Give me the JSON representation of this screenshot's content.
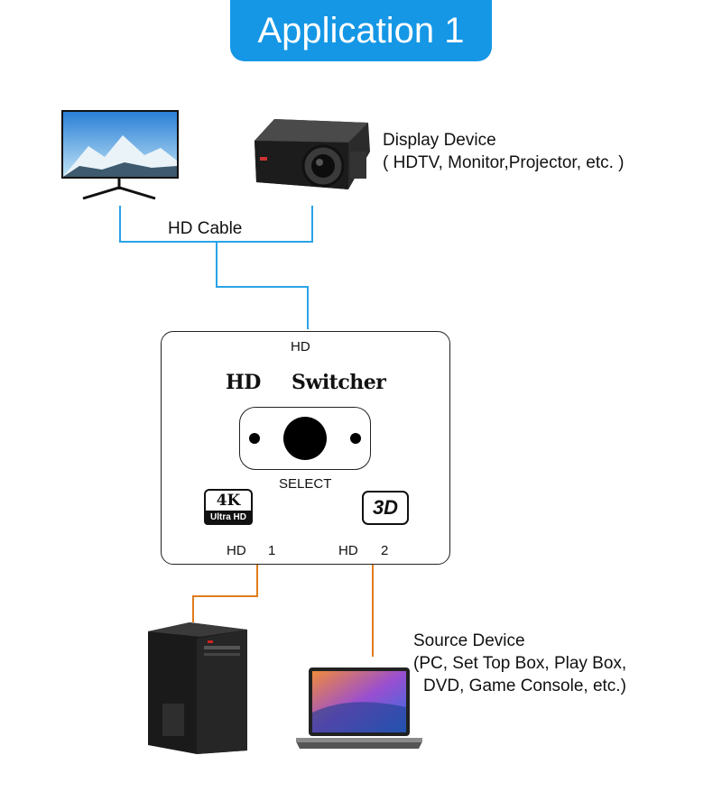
{
  "title": "Application 1",
  "display": {
    "label": "Display Device",
    "sublabel": "( HDTV, Monitor,Projector, etc. )",
    "devices": [
      "monitor",
      "projector"
    ]
  },
  "cable_label": "HD Cable",
  "switcher": {
    "top_port": "HD",
    "brand_left": "HD",
    "brand_right": "Switcher",
    "select_label": "SELECT",
    "badge_4k_top": "4K",
    "badge_4k_bottom": "Ultra HD",
    "badge_3d": "3D",
    "port1_name": "HD",
    "port1_num": "1",
    "port2_name": "HD",
    "port2_num": "2"
  },
  "source": {
    "label": "Source Device",
    "lines": [
      "(PC, Set Top Box, Play Box,",
      "DVD, Game Console, etc.)"
    ],
    "devices": [
      "pc-tower",
      "laptop"
    ]
  },
  "colors": {
    "banner": "#1597e6",
    "display_cable": "#29a3e6",
    "source_cable": "#e07b1a"
  }
}
